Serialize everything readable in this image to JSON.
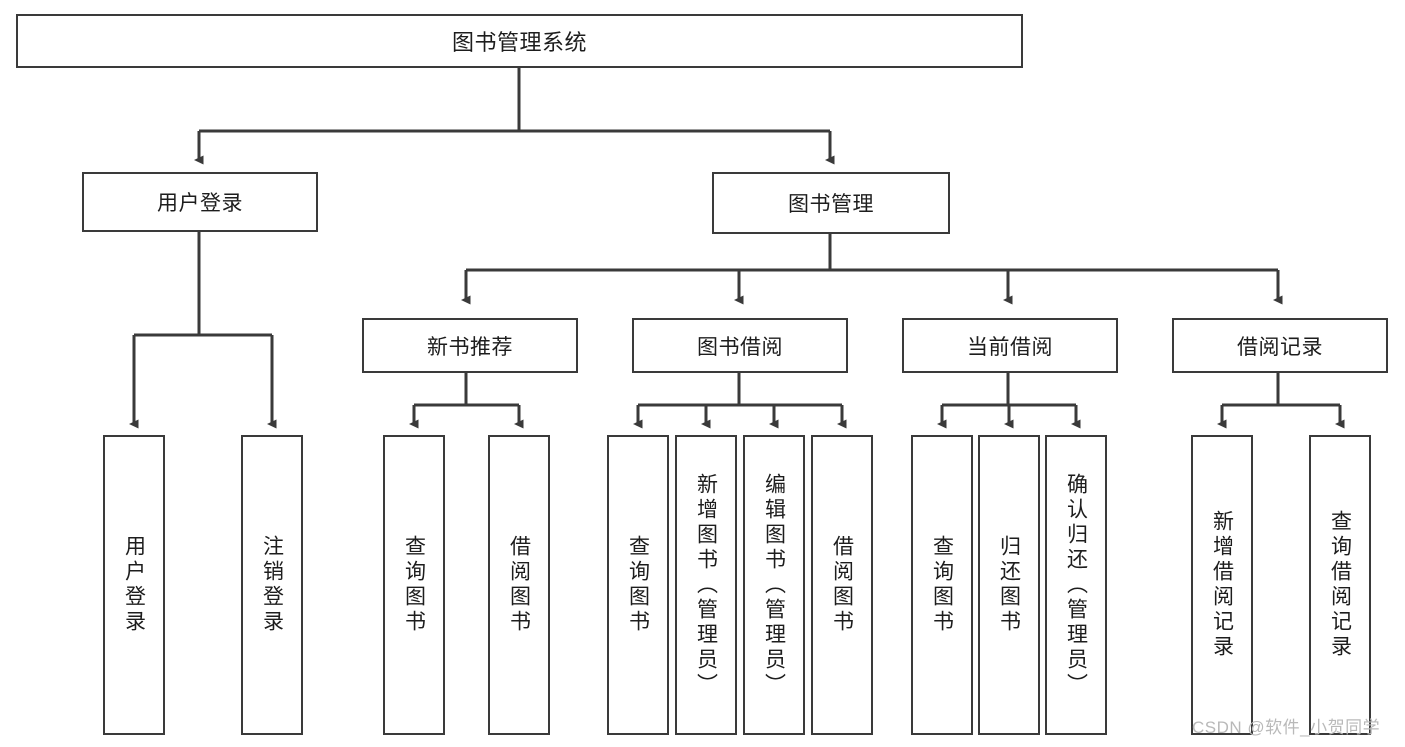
{
  "diagram": {
    "title": "图书管理系统",
    "type": "tree-hierarchy-chart",
    "root": {
      "label": "图书管理系统"
    },
    "level1": [
      {
        "label": "用户登录"
      },
      {
        "label": "图书管理"
      }
    ],
    "level2": [
      {
        "label": "新书推荐",
        "parent": "图书管理"
      },
      {
        "label": "图书借阅",
        "parent": "图书管理"
      },
      {
        "label": "当前借阅",
        "parent": "图书管理"
      },
      {
        "label": "借阅记录",
        "parent": "图书管理"
      }
    ],
    "leaves": [
      {
        "label": "用户登录",
        "parent": "用户登录"
      },
      {
        "label": "注销登录",
        "parent": "用户登录"
      },
      {
        "label": "查询图书",
        "parent": "新书推荐"
      },
      {
        "label": "借阅图书",
        "parent": "新书推荐"
      },
      {
        "label": "查询图书",
        "parent": "图书借阅"
      },
      {
        "label": "新增图书（管理员）",
        "parent": "图书借阅"
      },
      {
        "label": "编辑图书（管理员）",
        "parent": "图书借阅"
      },
      {
        "label": "借阅图书",
        "parent": "图书借阅"
      },
      {
        "label": "查询图书",
        "parent": "当前借阅"
      },
      {
        "label": "归还图书",
        "parent": "当前借阅"
      },
      {
        "label": "确认归还（管理员）",
        "parent": "当前借阅"
      },
      {
        "label": "新增借阅记录",
        "parent": "借阅记录"
      },
      {
        "label": "查询借阅记录",
        "parent": "借阅记录"
      }
    ],
    "watermark": "CSDN @软件_小贺同学",
    "colors": {
      "stroke": "#3a3a3a",
      "fill": "#ffffff",
      "text": "#1d1d1d",
      "watermark": "#b9b9b9"
    }
  }
}
